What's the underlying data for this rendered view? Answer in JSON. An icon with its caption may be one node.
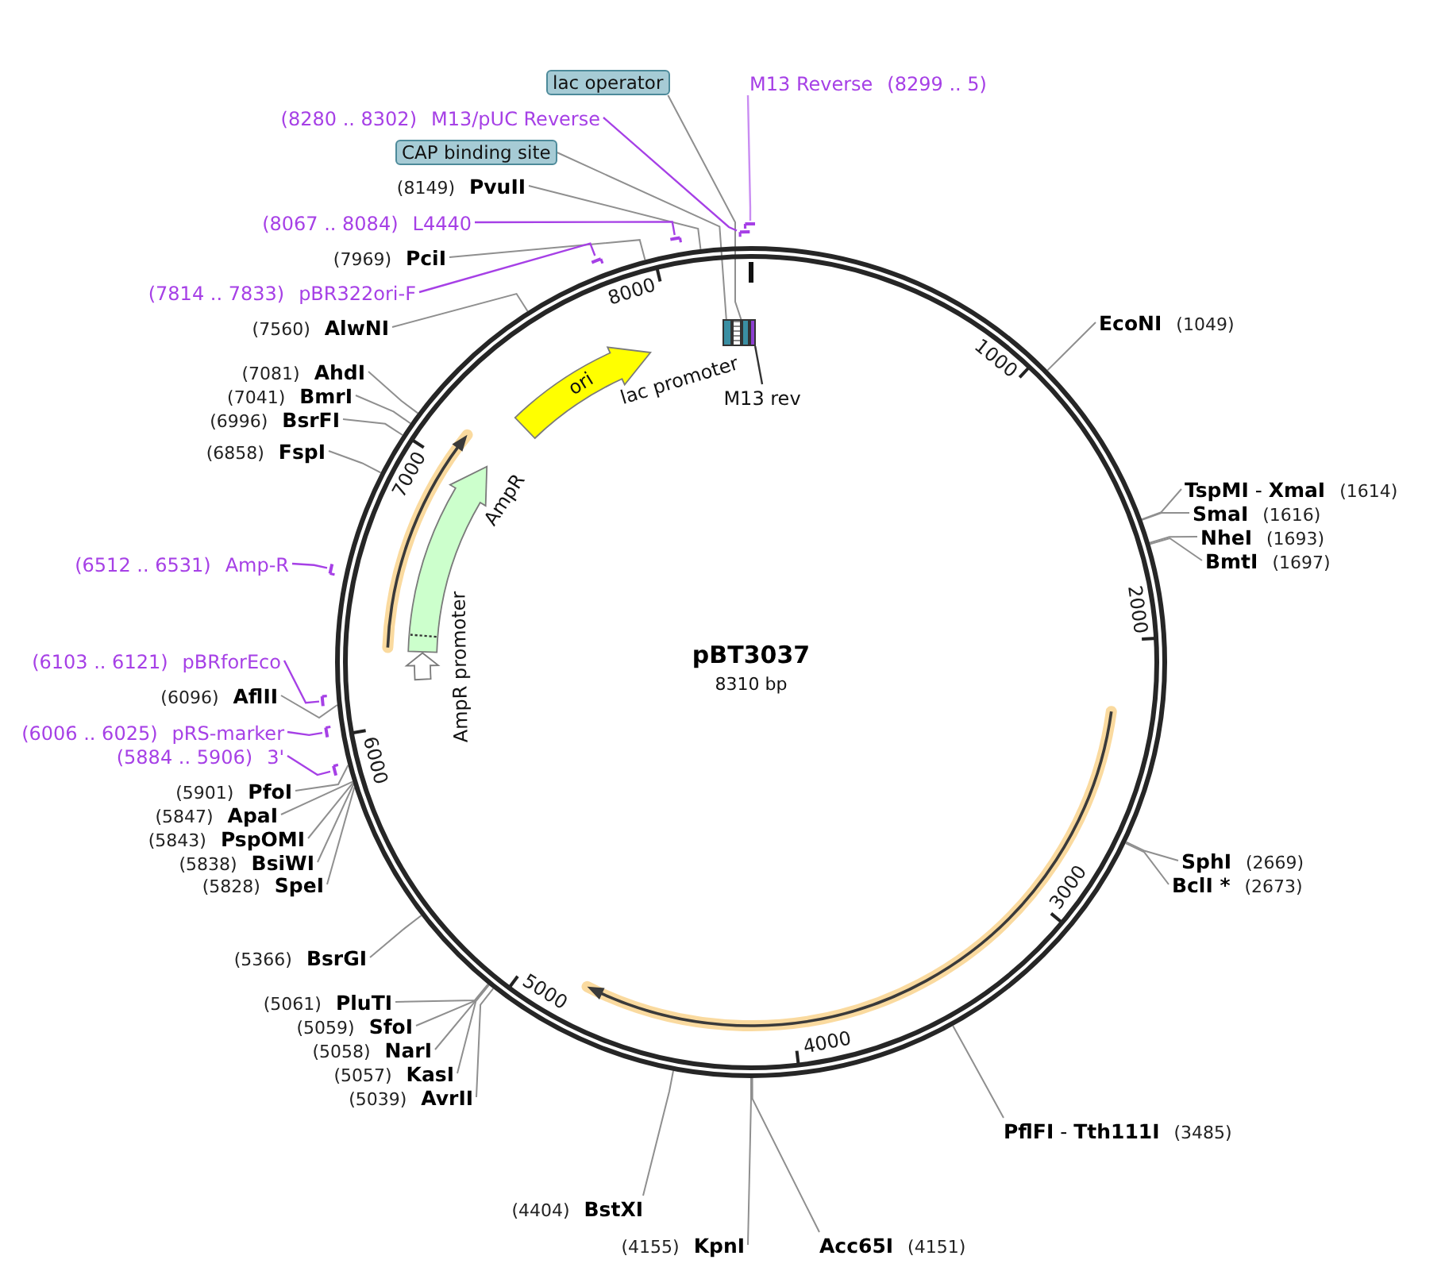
{
  "diagram": {
    "nodes": [
      {
        "text": [
          "lac operator"
        ]
      },
      {
        "text": [
          "M13 Reverse",
          "(8299 .. 5)"
        ]
      },
      {
        "text": [
          "(8280 .. 8302)",
          "M13/pUC Reverse"
        ]
      },
      {
        "text": [
          "CAP binding site"
        ]
      },
      {
        "text": [
          "(8149)",
          "PvuII"
        ]
      },
      {
        "text": [
          "(8067 .. 8084)",
          "L4440"
        ]
      },
      {
        "text": [
          "(7969)",
          "PciI"
        ]
      },
      {
        "text": [
          "(7814 .. 7833)",
          "pBR322ori-F"
        ]
      },
      {
        "text": [
          "(7560)",
          "AlwNI"
        ]
      },
      {
        "text": [
          "EcoNI",
          "(1049)"
        ]
      },
      {
        "text": [
          "(7081)",
          "AhdI"
        ]
      },
      {
        "text": [
          "(7041)",
          "BmrI"
        ]
      },
      {
        "text": [
          "(6996)",
          "BsrFI"
        ]
      },
      {
        "text": [
          "(6858)",
          "FspI"
        ]
      },
      {
        "text": [
          "**TspMI** - **XmaI**",
          "(1614)"
        ]
      },
      {
        "text": [
          "SmaI",
          "(1616)"
        ]
      },
      {
        "text": [
          "NheI",
          "(1693)"
        ]
      },
      {
        "text": [
          "BmtI",
          "(1697)"
        ]
      },
      {
        "text": [
          "(6512 .. 6531)",
          "Amp-R"
        ]
      },
      {
        "text": [
          "(6103 .. 6121)",
          "pBRforEco"
        ]
      },
      {
        "text": [
          "(6096)",
          "AflII"
        ]
      },
      {
        "text": [
          "(6006 .. 6025)",
          "pRS-marker"
        ]
      },
      {
        "text": [
          "(5884 .. 5906)",
          "3'"
        ]
      },
      {
        "text": [
          "(5901)",
          "PfoI"
        ]
      },
      {
        "text": [
          "(5847)",
          "ApaI"
        ]
      },
      {
        "text": [
          "(5843)",
          "PspOMI"
        ]
      },
      {
        "text": [
          "(5838)",
          "BsiWI"
        ]
      },
      {
        "text": [
          "(5828)",
          "SpeI"
        ]
      },
      {
        "text": [
          "SphI",
          "(2669)"
        ]
      },
      {
        "text": [
          "BclI *",
          "(2673)"
        ]
      },
      {
        "text": [
          "(5366)",
          "BsrGI"
        ]
      },
      {
        "text": [
          "(5061)",
          "PluTI"
        ]
      },
      {
        "text": [
          "(5059)",
          "SfoI"
        ]
      },
      {
        "text": [
          "(5058)",
          "NarI"
        ]
      },
      {
        "text": [
          "(5057)",
          "KasI"
        ]
      },
      {
        "text": [
          "(5039)",
          "AvrII"
        ]
      },
      {
        "text": [
          "**PflFI** - **Tth111I**",
          "(3485)"
        ]
      },
      {
        "text": [
          "(4404)",
          "BstXI"
        ]
      },
      {
        "text": [
          "(4155)",
          "KpnI"
        ]
      },
      {
        "text": [
          "Acc65I",
          "(4151)"
        ]
      },
      {
        "text": [
          "pBT3037",
          "8310 bp"
        ]
      },
      {
        "text": [],
        "shape": "bar"
      },
      {
        "text": [],
        "shape": "bar"
      },
      {
        "text": [],
        "shape": "bar"
      },
      {
        "text": [],
        "shape": "bar"
      },
      {
        "text": [],
        "shape": "bar"
      },
      {
        "text": [],
        "shape": "bar"
      },
      {
        "text": [],
        "shape": "bar"
      },
      {
        "text": [],
        "shape": "bar"
      },
      {
        "text": [],
        "shape": "box",
        "in": 40
      },
      {
        "text": [],
        "shape": "box",
        "in": 40
      },
      {
        "text": [],
        "shape": "box",
        "in": 40
      },
      {
        "text": [],
        "shape": "box",
        "in": 40
      },
      {
        "text": [
          "M13 rev"
        ],
        "in": 40
      },
      {
        "text": [
          "ori"
        ],
        "in": 40
      },
      {
        "text": [],
        "shape": "arrow",
        "beside": [
          "AmpR"
        ],
        "in": 40
      },
      {
        "text": [],
        "shape": "arrow",
        "in": 40
      },
      {
        "text": [],
        "shape": "arrow",
        "in": 40
      },
      {
        "text": [],
        "shape": "arrow",
        "in": 40
      }
    ],
    "edges": [
      {
        "from": 0,
        "to": 51,
        "arrow": "none"
      },
      {
        "from": 1,
        "to": 42,
        "arrow": "none",
        "color": "#c98cf2"
      },
      {
        "from": 2,
        "to": 41,
        "arrow": "none",
        "color": "#a640e6"
      },
      {
        "from": 3,
        "to": 49,
        "arrow": "none"
      },
      {
        "from": 4,
        "to": 40,
        "arrow": "none"
      },
      {
        "from": 5,
        "to": 43,
        "arrow": "none",
        "color": "#a640e6"
      },
      {
        "from": 6,
        "to": 40,
        "arrow": "none"
      },
      {
        "from": 7,
        "to": 44,
        "arrow": "none",
        "color": "#a640e6"
      },
      {
        "from": 8,
        "to": 40,
        "arrow": "none"
      },
      {
        "from": 9,
        "to": 40,
        "arrow": "none"
      },
      {
        "from": 10,
        "to": 40,
        "arrow": "none"
      },
      {
        "from": 11,
        "to": 40,
        "arrow": "none"
      },
      {
        "from": 12,
        "to": 40,
        "arrow": "none"
      },
      {
        "from": 13,
        "to": 40,
        "arrow": "none"
      },
      {
        "from": 14,
        "to": 40,
        "arrow": "none"
      },
      {
        "from": 15,
        "to": 40,
        "arrow": "none"
      },
      {
        "from": 16,
        "to": 40,
        "arrow": "none"
      },
      {
        "from": 17,
        "to": 40,
        "arrow": "none"
      },
      {
        "from": 18,
        "to": 45,
        "arrow": "none",
        "color": "#a640e6"
      },
      {
        "from": 19,
        "to": 46,
        "arrow": "none",
        "color": "#a640e6"
      },
      {
        "from": 20,
        "to": 40,
        "arrow": "none"
      },
      {
        "from": 21,
        "to": 47,
        "arrow": "none",
        "color": "#a640e6"
      },
      {
        "from": 22,
        "to": 48,
        "arrow": "none",
        "color": "#a640e6"
      },
      {
        "from": 23,
        "to": 40,
        "arrow": "none"
      },
      {
        "from": 24,
        "to": 40,
        "arrow": "none"
      },
      {
        "from": 25,
        "to": 40,
        "arrow": "none"
      },
      {
        "from": 26,
        "to": 40,
        "arrow": "none"
      },
      {
        "from": 27,
        "to": 40,
        "arrow": "none"
      },
      {
        "from": 28,
        "to": 40,
        "arrow": "none"
      },
      {
        "from": 29,
        "to": 40,
        "arrow": "none"
      },
      {
        "from": 30,
        "to": 40,
        "arrow": "none"
      },
      {
        "from": 31,
        "to": 40,
        "arrow": "none"
      },
      {
        "from": 32,
        "to": 40,
        "arrow": "none"
      },
      {
        "from": 33,
        "to": 40,
        "arrow": "none"
      },
      {
        "from": 34,
        "to": 40,
        "arrow": "none"
      },
      {
        "from": 35,
        "to": 40,
        "arrow": "none"
      },
      {
        "from": 36,
        "to": 40,
        "arrow": "none"
      },
      {
        "from": 37,
        "to": 40,
        "arrow": "none"
      },
      {
        "from": 38,
        "to": 40,
        "arrow": "none"
      },
      {
        "from": 39,
        "to": 40,
        "arrow": "none"
      },
      {
        "from": 53,
        "to": 52,
        "arrow": "none",
        "color": "#333333"
      }
    ],
    "labels": [
      "8000",
      "1000",
      "lac promoter",
      "7000",
      "2000",
      "AmpR promoter",
      "6000",
      "3000",
      "5000",
      "4000"
    ]
  }
}
